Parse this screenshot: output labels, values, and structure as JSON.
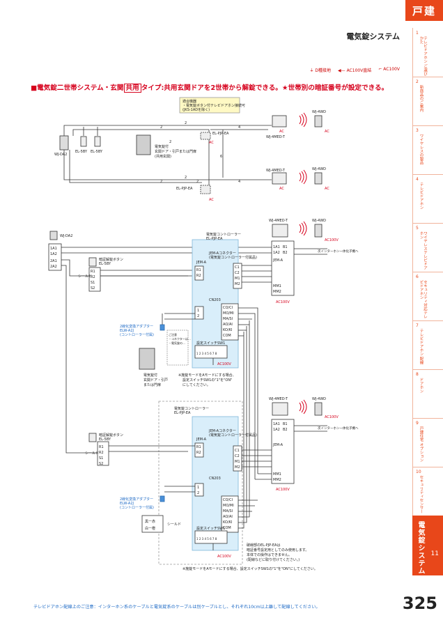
{
  "category": "戸建",
  "page_title": "電気錠システム",
  "legend": [
    "D種接地",
    "AC100V直結",
    "AC100V"
  ],
  "headline": {
    "prefix": "■電気錠二世帯システム・玄関",
    "box": "共用",
    "suffix": "タイプ:共用玄関ドアを2世帯から解錠できる。★世帯別の暗証番号が設定できる。"
  },
  "sidebar_tabs": [
    {
      "num": "1",
      "label": "テレビドアホン ご選びかた"
    },
    {
      "num": "2",
      "label": "新商品のご案内"
    },
    {
      "num": "3",
      "label": "ワイヤレスの製品"
    },
    {
      "num": "4",
      "label": "テレビドアホン"
    },
    {
      "num": "5",
      "label": "ワイヤレステレビドアホン"
    },
    {
      "num": "6",
      "label": "セキュリティ対応テレビドアホン"
    },
    {
      "num": "7",
      "label": "テレビドアホン 配線"
    },
    {
      "num": "8",
      "label": "ドアホン"
    },
    {
      "num": "9",
      "label": "戸建住宅 オプション"
    },
    {
      "num": "10",
      "label": "セキュリティセンサー"
    }
  ],
  "active_tab": {
    "label": "電気錠システム",
    "num": "11"
  },
  "top_diagram": {
    "compat_box": [
      "適合機器",
      "・電気錠ボタン付テレビドアホン接続可",
      "(JKS-1ADを除く)"
    ],
    "labels": {
      "wj_da2": "WJ-DA2",
      "el_5by_a": "EL-5BY",
      "el_5by_b": "EL-5BY",
      "door": "電気錠付\n玄関ドア・引戸または門扉\n(共用玄関)",
      "ctrl_a": "EL-PJP-EA",
      "ctrl_b": "EL-PJP-EA",
      "monitor_a": "WJ-4MED-T",
      "monitor_b": "WJ-4MED-T",
      "station_a": "WJ-4WD",
      "station_b": "WJ-4WD",
      "ac": "AC"
    },
    "wire_counts": [
      "2",
      "2",
      "4",
      "2",
      "2",
      "6",
      "2",
      "2",
      "4"
    ]
  },
  "bottom_diagram": {
    "wj_da2": "WJ-DA2",
    "terminals_da2": [
      "1A1",
      "1A2",
      "2A1",
      "2A2"
    ],
    "button_a": "暗証解錠ボタン\nEL-5BY",
    "button_b": "暗証解錠ボタン\nEL-5BY",
    "btn_terms": [
      "R1",
      "R2",
      "S1",
      "S2"
    ],
    "shield": "シールド",
    "controller": "電気錠コントローラー\nEL-PJP-EA",
    "jem": "JEM-A",
    "jem_conn": "JEM-Aコネクター\n(電気錠コントローラー付属品)",
    "jem_terms": [
      "C1",
      "C2",
      "M1",
      "M2"
    ],
    "ctrl_left_terms": [
      "R1",
      "R2"
    ],
    "cn_label": "CN203",
    "cn_terms": [
      "CO/CI",
      "MO/MI",
      "MA/SI",
      "AO/AI",
      "KO/KI",
      "COM"
    ],
    "sw_label": "設定スイッチSW1",
    "sw_nums": "1 2 3 4 5 6 7 8",
    "ctrl_ac": "AC100V",
    "adapter": "2線化変換アダプター\nELW-A2J\n(コントローラー付属)",
    "adapter_note": "ご注意\n・コネクターは…\n・電気錠の…",
    "door": "電気錠付\n玄関ドア・引戸\nまたは門扉",
    "monitor": "WJ-4MED-T",
    "station": "WJ-4WD",
    "monitor_terms_top": [
      "1A1",
      "B1",
      "1A2",
      "B2"
    ],
    "monitor_mm": [
      "MM1",
      "MM2"
    ],
    "monitor_jem": "JEM-A",
    "monitor_ac": "AC100V",
    "ac100v": "AC100V",
    "next_station": "次インターホン一体化子機へ",
    "note_a": "※施錠モードをAモードにする場合、\n設定スイッチSW1の\"1\"を\"ON\"\nにしてください。",
    "note_b": "※施錠モードをAモードにする場合、設定スイッチSW1の\"1\"を\"ON\"にしてください。",
    "wire_bw": [
      "黒ー赤",
      "白ー橙"
    ],
    "shield2": "シールド",
    "dashed_note": "破線部のEL-PJP-EAは\n暗証番号設定用としてのみ使用します。\n本体での操作はできません。\n(配線などに取り付けてください。)"
  },
  "footer": "テレビドアホン配線上のご注意：インターホン系のケーブルと電気錠系のケーブルは別ケーブルとし、それぞれ10cm以上離して配線してください。",
  "page_number": "325"
}
